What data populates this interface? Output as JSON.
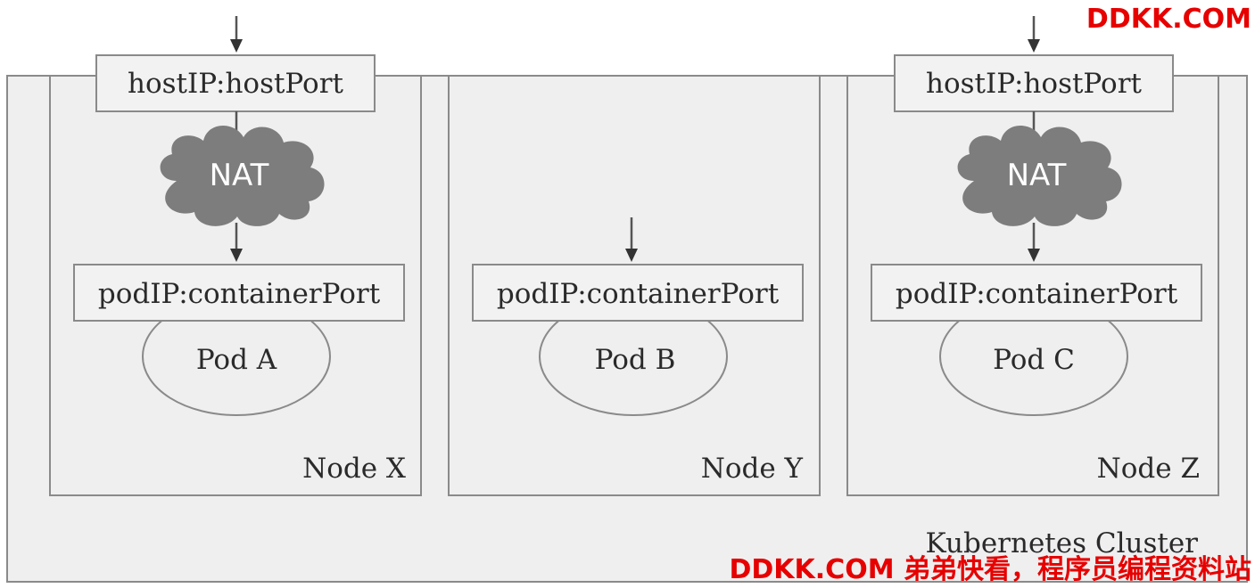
{
  "cluster": {
    "label": "Kubernetes Cluster"
  },
  "nodes": [
    {
      "label": "Node X",
      "host_port_label": "hostIP:hostPort",
      "nat_label": "NAT",
      "pod_port_label": "podIP:containerPort",
      "pod_label": "Pod A"
    },
    {
      "label": "Node Y",
      "pod_port_label": "podIP:containerPort",
      "pod_label": "Pod B"
    },
    {
      "label": "Node Z",
      "host_port_label": "hostIP:hostPort",
      "nat_label": "NAT",
      "pod_port_label": "podIP:containerPort",
      "pod_label": "Pod C"
    }
  ],
  "watermarks": {
    "top": "DDKK.COM",
    "bottom": "DDKK.COM 弟弟快看，程序员编程资料站"
  },
  "colors": {
    "box_fill": "#efefef",
    "box_stroke": "#8a8a8a",
    "cloud": "#7d7d7d",
    "watermark": "#e60000"
  }
}
